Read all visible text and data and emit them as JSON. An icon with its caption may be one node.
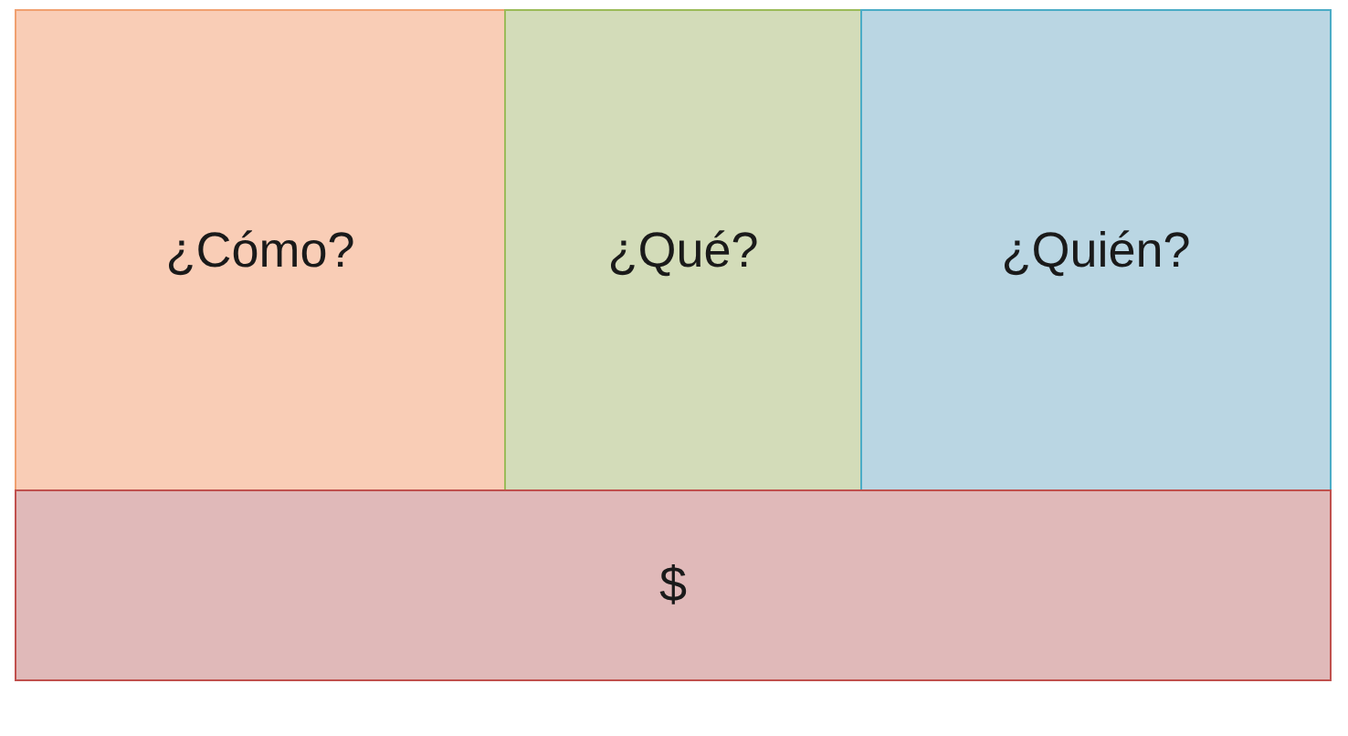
{
  "diagram": {
    "nodes": [
      {
        "text": [
          "¿Cómo?"
        ]
      },
      {
        "text": [
          "¿Qué?"
        ]
      },
      {
        "text": [
          "¿Quién?"
        ]
      },
      {
        "text": [
          "$"
        ]
      }
    ]
  }
}
